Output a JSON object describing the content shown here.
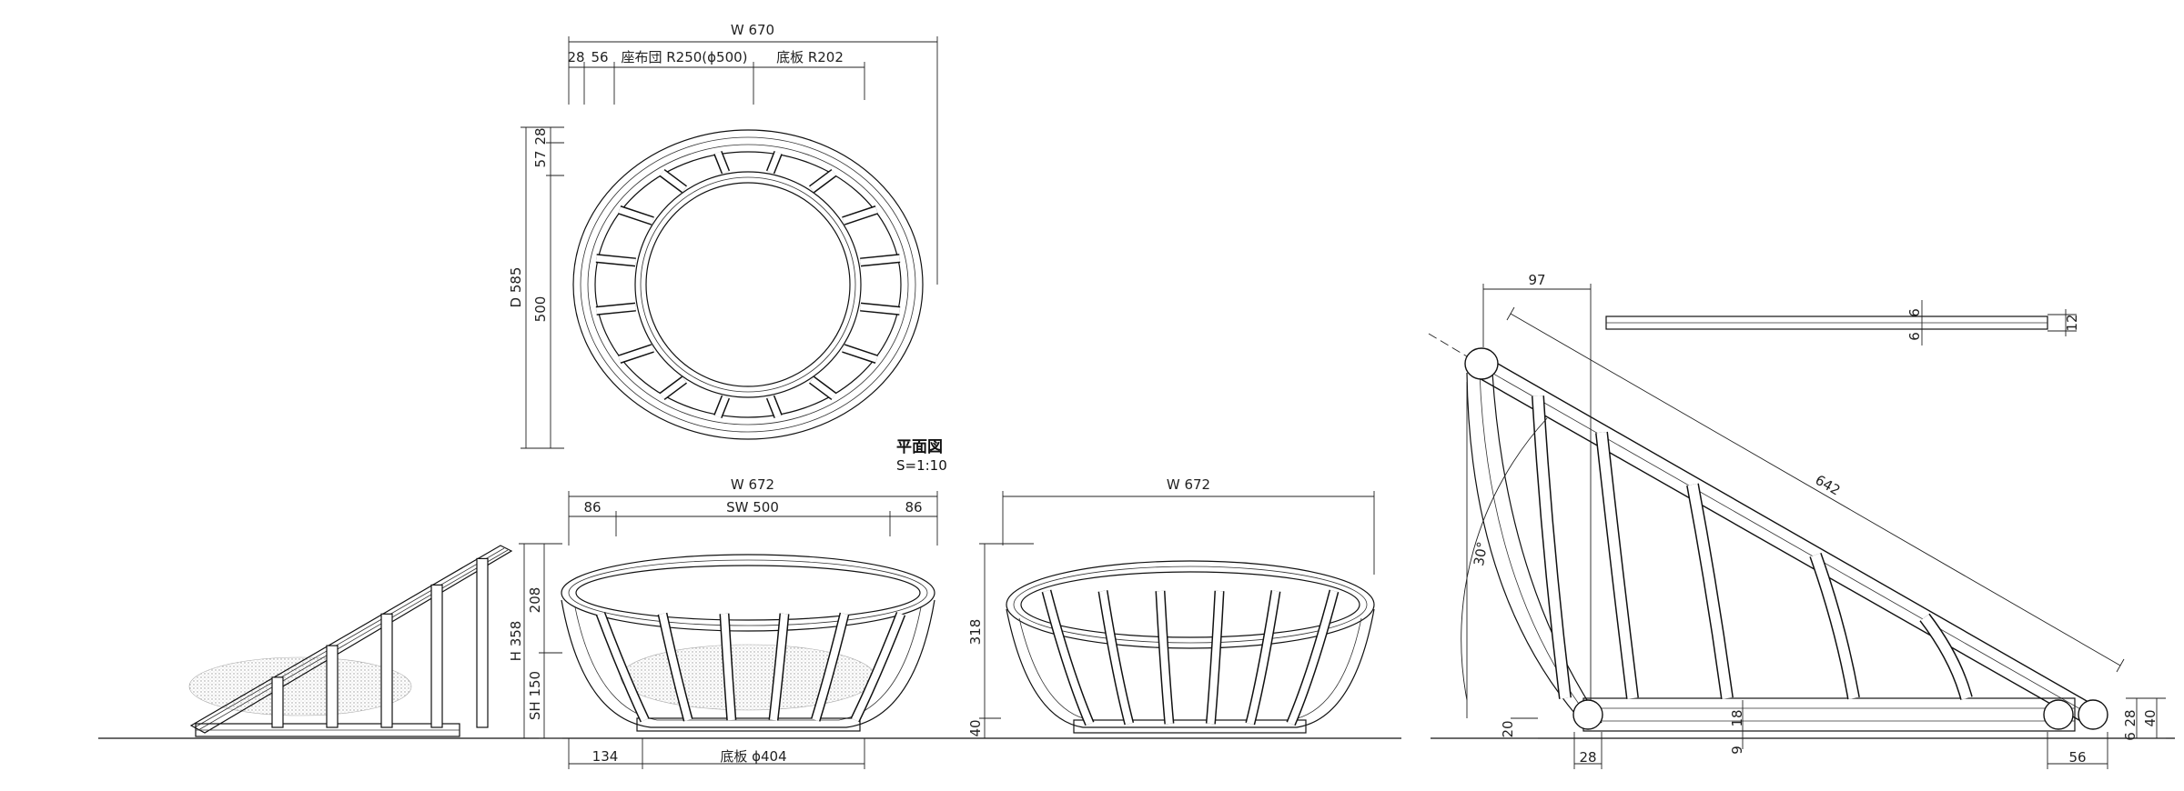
{
  "plan": {
    "title": "平面図",
    "scale": "S=1:10",
    "dims": {
      "width": "W 670",
      "d28": "28",
      "d56": "56",
      "cushion": "座布団 R250(ϕ500)",
      "base": "底板 R202",
      "depth": "D 585",
      "v28": "28",
      "v57": "57",
      "v500": "500"
    }
  },
  "side": {
    "dims": {
      "height": "H 358",
      "h208": "208",
      "sh": "SH 150"
    }
  },
  "front": {
    "dims": {
      "width": "W 672",
      "left86": "86",
      "sw": "SW 500",
      "right86": "86",
      "b134": "134",
      "base": "底板 ϕ404"
    }
  },
  "back": {
    "dims": {
      "width": "W 672",
      "h318": "318",
      "h40": "40"
    }
  },
  "detail": {
    "dims": {
      "d97": "97",
      "d642": "642",
      "angle": "30°",
      "d20": "20",
      "d18": "18",
      "d9": "9",
      "d28": "28",
      "d56": "56",
      "r28": "28",
      "r40": "40",
      "r6": "6",
      "p6a": "6",
      "p6b": "6",
      "p12": "12"
    }
  }
}
